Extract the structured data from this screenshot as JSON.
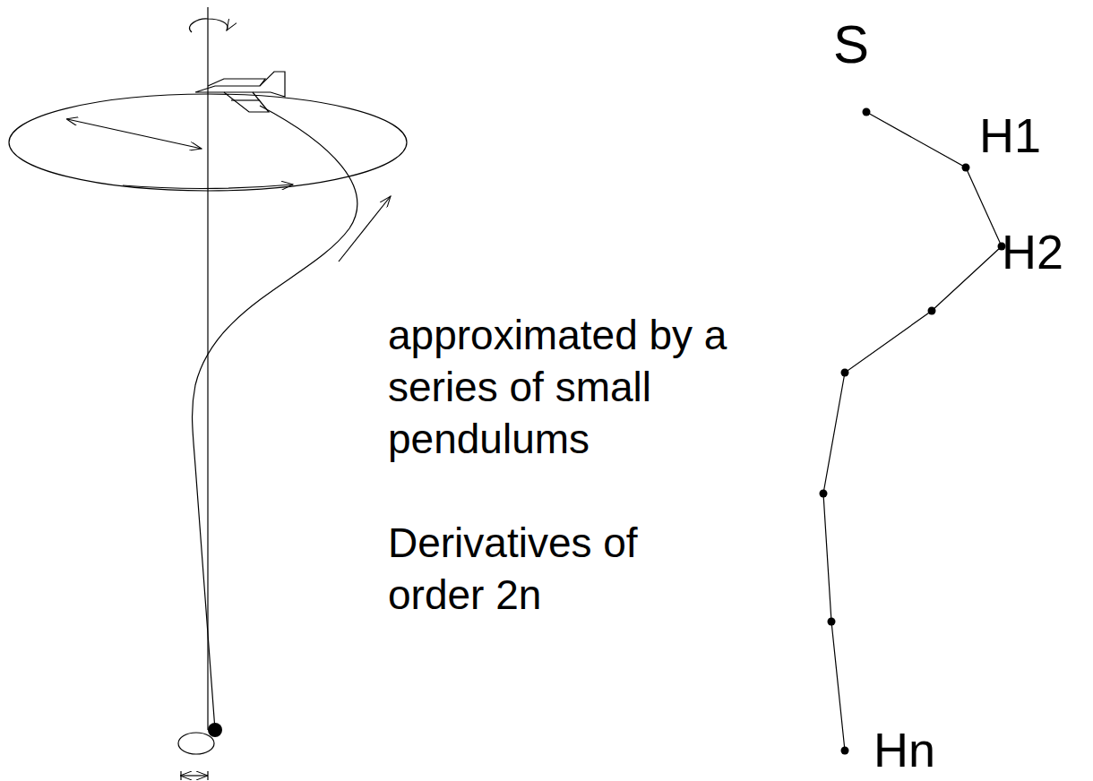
{
  "diagram": {
    "labels": [
      "S",
      "H1",
      "H2",
      "Hn",
      "approximated by a series of small pendulums",
      "Derivatives of order 2n"
    ]
  }
}
